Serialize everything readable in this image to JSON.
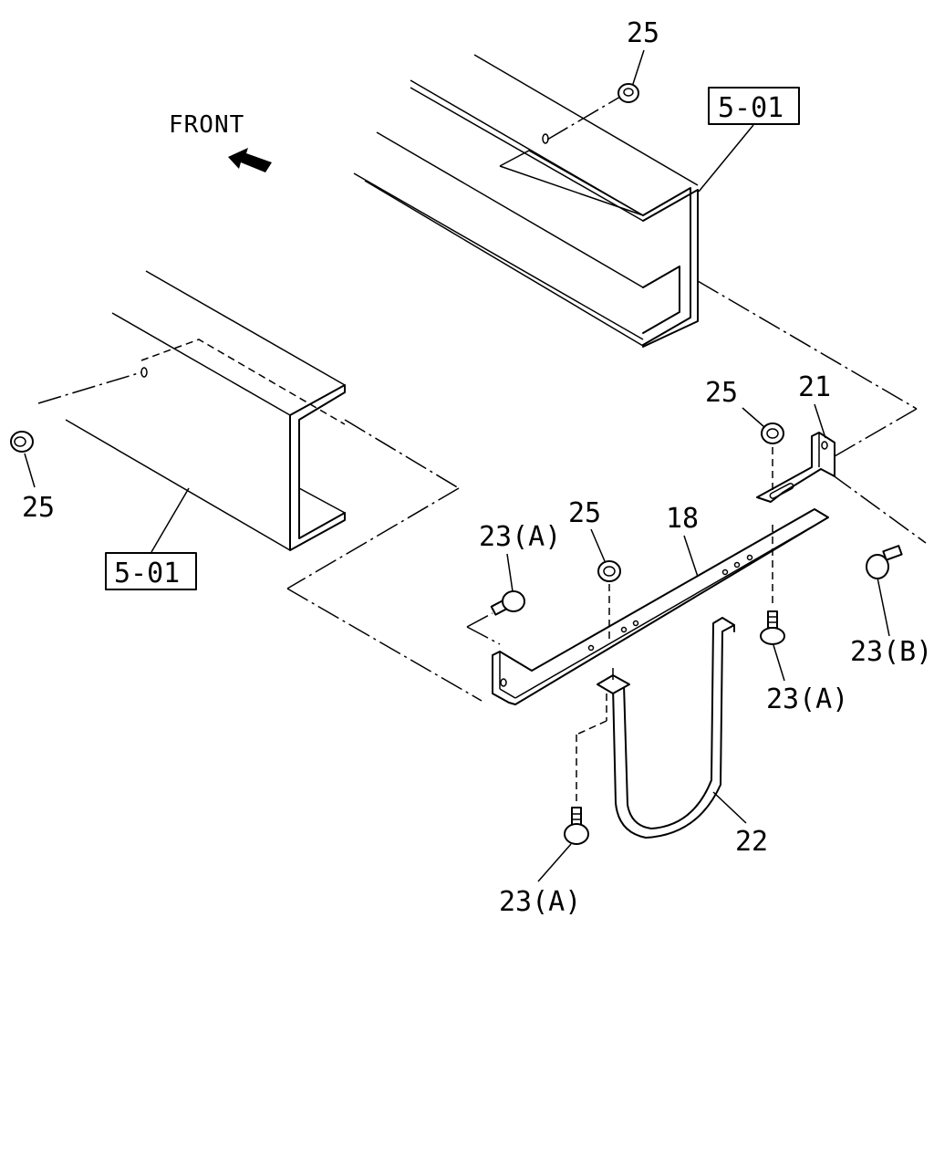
{
  "front_label": "FRONT",
  "colors": {
    "line": "#000000",
    "background": "#ffffff"
  },
  "callouts": {
    "ref_upper": "5-01",
    "ref_lower": "5-01",
    "nut_top": "25",
    "nut_left": "25",
    "nut_right_bracket": "25",
    "nut_middle": "25",
    "bracket_21": "21",
    "bar_18": "18",
    "band_22": "22",
    "bolt_left_top": "23(A)",
    "bolt_right_bottom": "23(A)",
    "bolt_bottom": "23(A)",
    "bolt_right": "23(B)"
  },
  "icons": [
    "front-arrow-icon",
    "flange-nut-icon",
    "flange-bolt-icon"
  ]
}
